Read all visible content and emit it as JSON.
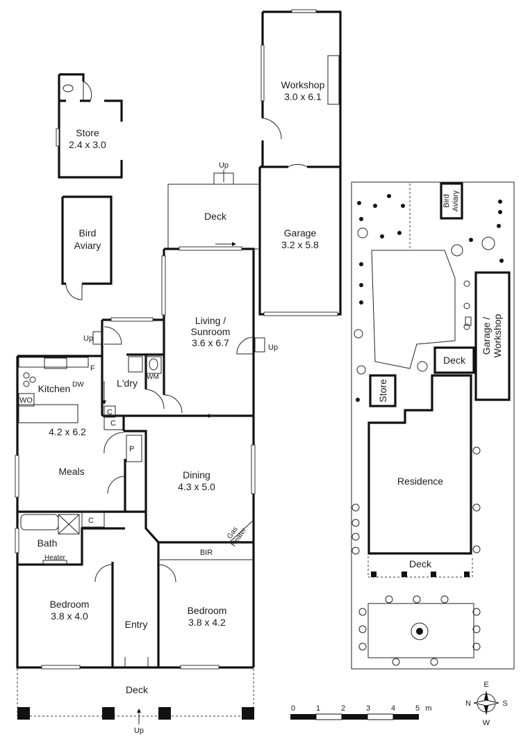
{
  "main_plan": {
    "rooms": {
      "store": {
        "name": "Store",
        "size": "2.4 x 3.0"
      },
      "aviary": {
        "name_1": "Bird",
        "name_2": "Aviary"
      },
      "workshop": {
        "name": "Workshop",
        "size": "3.0 x 6.1"
      },
      "garage": {
        "name": "Garage",
        "size": "3.2 x 5.8"
      },
      "deck_rear": {
        "name": "Deck"
      },
      "living": {
        "name_1": "Living /",
        "name_2": "Sunroom",
        "size": "3.6 x 6.7"
      },
      "kitchen": {
        "name": "Kitchen"
      },
      "laundry": {
        "name": "L'dry"
      },
      "meals": {
        "size": "4.2 x 6.2",
        "name": "Meals"
      },
      "dining": {
        "name": "Dining",
        "size": "4.3 x 5.0"
      },
      "bath": {
        "name": "Bath"
      },
      "bir": {
        "name": "BIR"
      },
      "bed1": {
        "name": "Bedroom",
        "size": "3.8 x 4.0"
      },
      "entry": {
        "name": "Entry"
      },
      "bed2": {
        "name": "Bedroom",
        "size": "3.8 x 4.2"
      },
      "deck_front": {
        "name": "Deck"
      }
    },
    "fixtures": {
      "dw": "DW",
      "f": "F",
      "wo": "WO",
      "wm": "WM",
      "c1": "C",
      "c2": "C",
      "c3": "C",
      "p": "P",
      "heater": "Heater",
      "gas_1": "Gas",
      "gas_2": "Heater"
    },
    "up_labels": [
      "Up",
      "Up",
      "Up",
      "Up"
    ]
  },
  "site_plan": {
    "labels": {
      "aviary_1": "Bird",
      "aviary_2": "Aviary",
      "garage_1": "Garage /",
      "garage_2": "Workshop",
      "deck_rear": "Deck",
      "store": "Store",
      "residence": "Residence",
      "deck_front": "Deck"
    }
  },
  "scale_bar": {
    "ticks": [
      "0",
      "1",
      "2",
      "3",
      "4",
      "5"
    ],
    "unit": "m"
  },
  "compass": {
    "n": "N",
    "e": "E",
    "s": "S",
    "w": "W"
  }
}
